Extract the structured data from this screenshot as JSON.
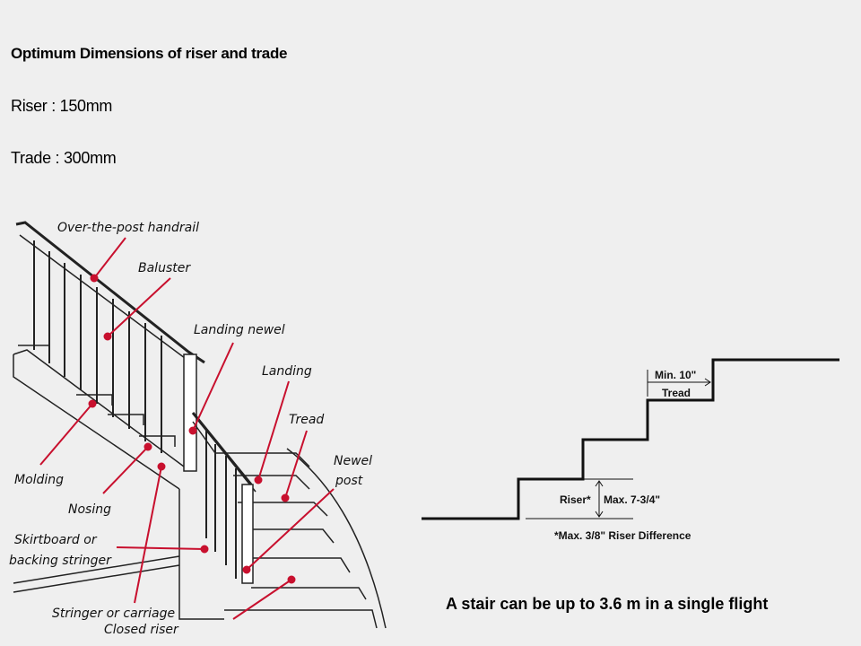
{
  "heading": {
    "title": "Optimum Dimensions of riser  and trade",
    "riser": "Riser  : 150mm",
    "tread": "Trade : 300mm"
  },
  "illustration": {
    "labels": {
      "handrail": "Over-the-post handrail",
      "baluster": "Baluster",
      "landing_newel": "Landing newel",
      "landing": "Landing",
      "tread": "Tread",
      "newel_post_1": "Newel",
      "newel_post_2": "post",
      "molding": "Molding",
      "nosing": "Nosing",
      "skirtboard_1": "Skirtboard or",
      "skirtboard_2": "backing stringer",
      "stringer": "Stringer or carriage",
      "closed_riser": "Closed riser"
    },
    "pointer_color": "#c8102e"
  },
  "step_diagram": {
    "tread_min": "Min. 10\"",
    "tread_label": "Tread",
    "riser_label": "Riser*",
    "riser_max": "Max. 7-3/4\"",
    "footnote": "*Max. 3/8\" Riser Difference"
  },
  "note": "A stair can be up to  3.6 m  in a single flight"
}
